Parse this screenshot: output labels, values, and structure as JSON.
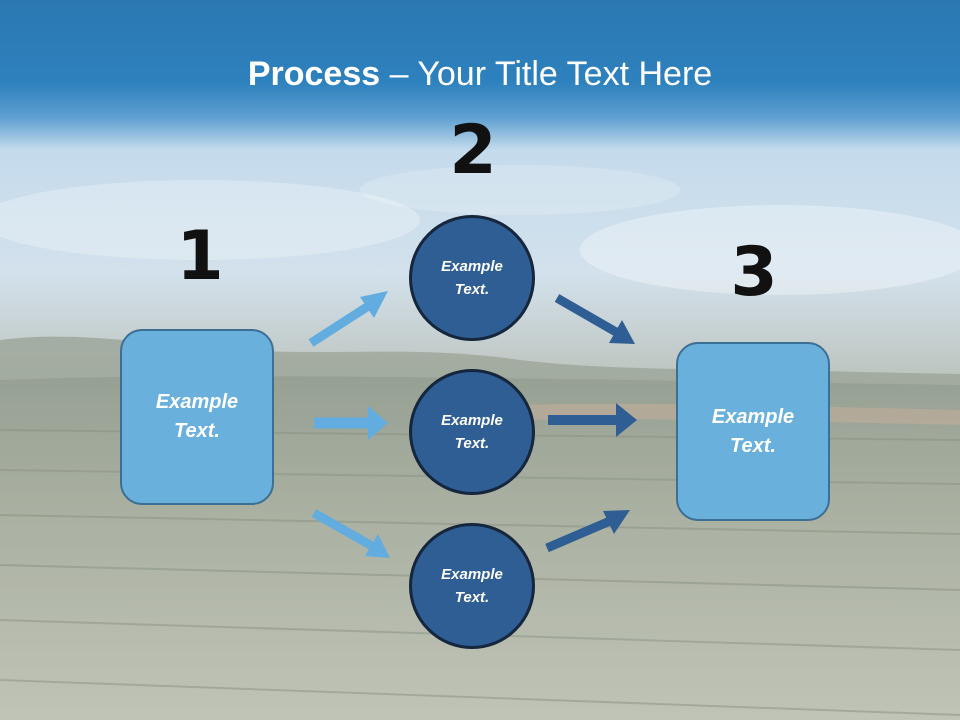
{
  "title": {
    "bold": "Process",
    "rest": " – Your Title Text Here"
  },
  "steps": {
    "one": "1",
    "two": "2",
    "three": "3"
  },
  "left_box": {
    "line1": "Example",
    "line2": "Text."
  },
  "right_box": {
    "line1": "Example",
    "line2": "Text."
  },
  "circles": [
    {
      "line1": "Example",
      "line2": "Text."
    },
    {
      "line1": "Example",
      "line2": "Text."
    },
    {
      "line1": "Example",
      "line2": "Text."
    }
  ],
  "colors": {
    "title_band": "#2d81bd",
    "box_fill": "#6ab0dd",
    "circle_fill": "#2e5e93",
    "arrow_light": "#62ace0",
    "arrow_dark": "#2e5e93"
  }
}
